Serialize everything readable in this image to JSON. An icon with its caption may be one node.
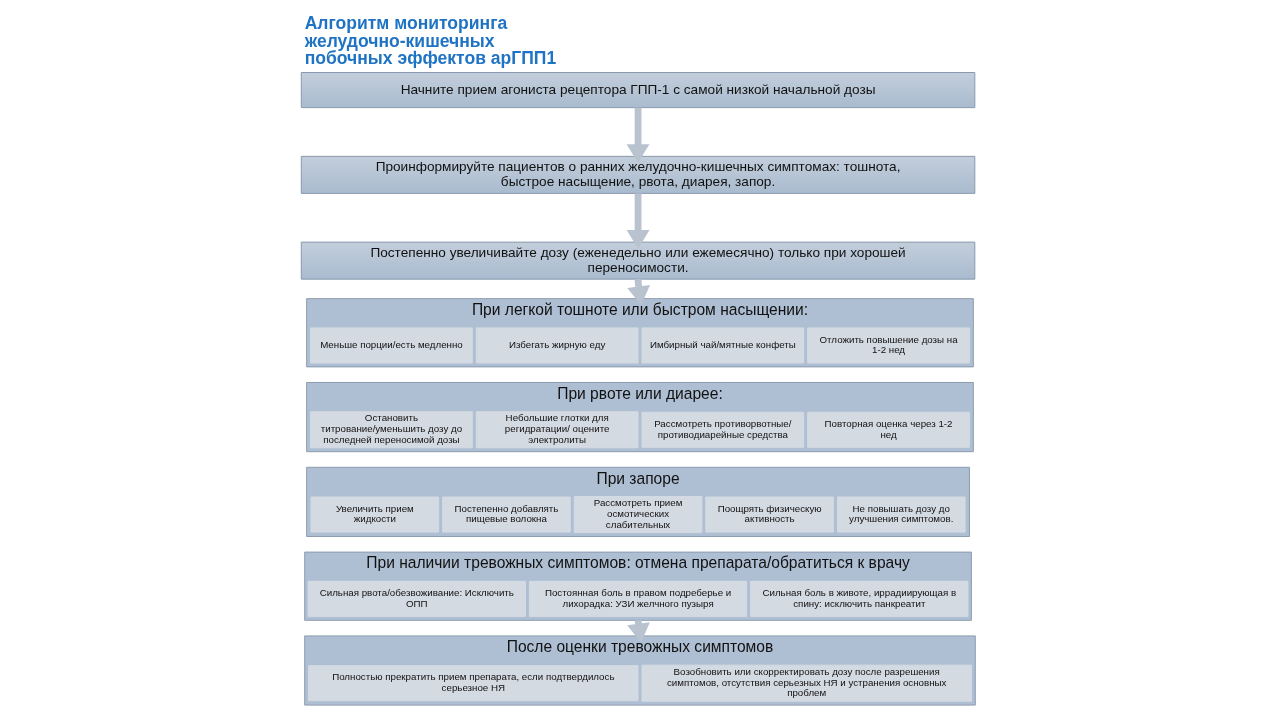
{
  "diagram": {
    "title": "Алгоритм мониторинга желудочно-кишечных побочных эффектов арГПП1",
    "nodes": [
      {
        "text": [
          "Начните прием агониста рецептора ГПП-1 с самой низкой начальной дозы"
        ]
      },
      {
        "text": [
          "Проинформируйте пациентов о ранних желудочно-кишечных симптомах: тошнота, быстрое насыщение, рвота, диарея, запор."
        ]
      },
      {
        "text": [
          "Постепенно увеличивайте дозу (еженедельно или ежемесячно) только при хорошей переносимости."
        ]
      },
      {
        "text": [
          "При легкой тошноте или быстром насыщении:"
        ]
      },
      {
        "text": [
          "Меньше порции/есть медленно"
        ],
        "in": 3
      },
      {
        "text": [
          "Избегать жирную еду"
        ],
        "in": 3
      },
      {
        "text": [
          "Имбирный чай/мятные конфеты"
        ],
        "in": 3
      },
      {
        "text": [
          "Отложить повышение дозы на 1-2 нед"
        ],
        "in": 3
      },
      {
        "text": [
          "При рвоте или диарее:"
        ]
      },
      {
        "text": [
          "Остановить титрование/уменьшить дозу до последней переносимой дозы"
        ],
        "in": 8
      },
      {
        "text": [
          "Небольшие глотки для регидратации/ оцените электролиты"
        ],
        "in": 8
      },
      {
        "text": [
          "Рассмотреть противорвотные/ противодиарейные средства"
        ],
        "in": 8
      },
      {
        "text": [
          "Повторная оценка через 1-2 нед"
        ],
        "in": 8
      },
      {
        "text": [
          "При запоре"
        ]
      },
      {
        "text": [
          "Увеличить прием жидкости"
        ],
        "in": 13
      },
      {
        "text": [
          "Постепенно добавлять пищевые волокна"
        ],
        "in": 13
      },
      {
        "text": [
          "Рассмотреть прием осмотических слабительных"
        ],
        "in": 13
      },
      {
        "text": [
          "Поощрять физическую активность"
        ],
        "in": 13
      },
      {
        "text": [
          "Не повышать дозу до улучшения симптомов."
        ],
        "in": 13
      },
      {
        "text": [
          "При наличии тревожных симптомов: отмена препарата/обратиться к врачу"
        ]
      },
      {
        "text": [
          "Сильная рвота/обезвоживание: Исключить ОПП"
        ],
        "in": 19
      },
      {
        "text": [
          "Постоянная боль в правом подреберье и лихорадка: УЗИ желчного пузыря"
        ],
        "in": 19
      },
      {
        "text": [
          "Сильная боль в животе, иррадиирующая в спину: исключить панкреатит"
        ],
        "in": 19
      },
      {
        "text": [
          "После оценки тревожных симптомов"
        ]
      },
      {
        "text": [
          "Полностью прекратить прием препарата, если подтвердилось серьезное НЯ"
        ],
        "in": 23
      },
      {
        "text": [
          "Возобновить или скорректировать дозу после разрешения симптомов, отсутствия серьезных НЯ и устранения основных проблем"
        ],
        "in": 23
      }
    ],
    "edges": [
      {
        "from": 0,
        "to": 1,
        "arrow": "to"
      },
      {
        "from": 1,
        "to": 2,
        "arrow": "to"
      },
      {
        "from": 2,
        "to": 3,
        "arrow": "to"
      },
      {
        "from": 19,
        "to": 23,
        "arrow": "to"
      }
    ]
  }
}
